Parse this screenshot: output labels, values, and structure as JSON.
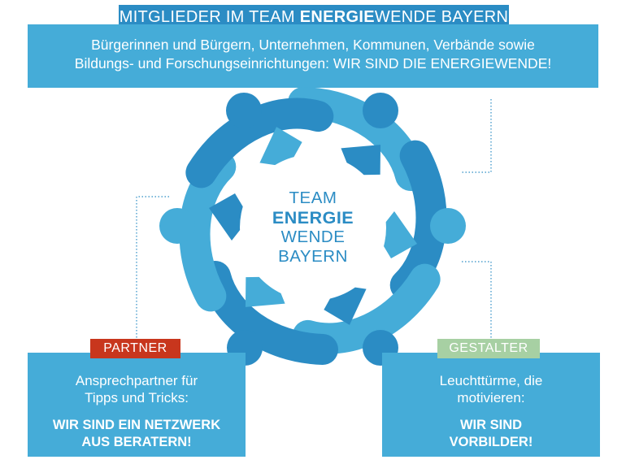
{
  "header": {
    "title_prefix": "MITGLIEDER IM TEAM ",
    "title_bold": "ENERGIE",
    "title_suffix": "WENDE BAYERN",
    "line1": "Bürgerinnen und Bürgern, Unternehmen, Kommunen, Verbände sowie",
    "line2": "Bildungs- und Forschungseinrichtungen: WIR SIND DIE ENERGIEWENDE!"
  },
  "center": {
    "line1": "TEAM",
    "line2": "ENERGIE",
    "line3": "WENDE",
    "line4": "BAYERN"
  },
  "partner": {
    "tag": "PARTNER",
    "line1": "Ansprechpartner für",
    "line2": "Tipps und Tricks:",
    "sub1": "WIR SIND EIN NETZWERK",
    "sub2": "AUS BERATERN!"
  },
  "gestalter": {
    "tag": "GESTALTER",
    "line1": "Leuchttürme, die",
    "line2": "motivieren:",
    "sub1": "WIR SIND",
    "sub2": "VORBILDER!"
  },
  "colors": {
    "dark_blue": "#2b8cc4",
    "light_blue": "#45acd8",
    "red": "#c8361d",
    "green": "#a7d0a3"
  }
}
